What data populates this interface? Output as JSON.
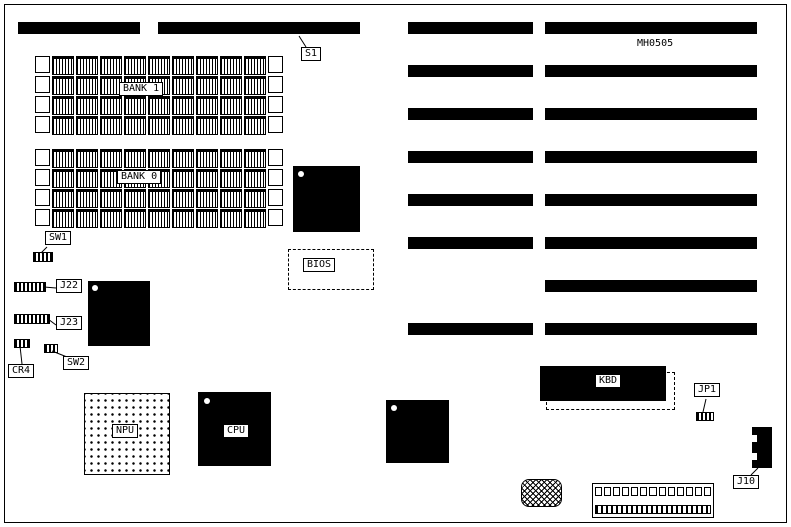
{
  "board": {
    "part_number": "MH0505",
    "colors": {
      "ink": "#000000",
      "background": "#ffffff"
    }
  },
  "labels": {
    "s1": "S1",
    "sw1": "SW1",
    "j22": "J22",
    "j23": "J23",
    "sw2": "SW2",
    "cr4": "CR4",
    "bios": "BIOS",
    "npu": "NPU",
    "cpu": "CPU",
    "kbd": "KBD",
    "jp1": "JP1",
    "j10": "J10"
  },
  "memory": {
    "banks": [
      {
        "name": "BANK 1",
        "rows": 4
      },
      {
        "name": "BANK 0",
        "rows": 4
      }
    ],
    "chips_per_row": 9
  },
  "expansion_slots": {
    "left_column_rows": [
      1,
      2,
      3,
      4,
      5,
      6,
      8
    ],
    "right_column_rows": [
      1,
      2,
      3,
      4,
      5,
      6,
      7,
      8
    ]
  },
  "bottom_header": {
    "pin_count": 13
  }
}
